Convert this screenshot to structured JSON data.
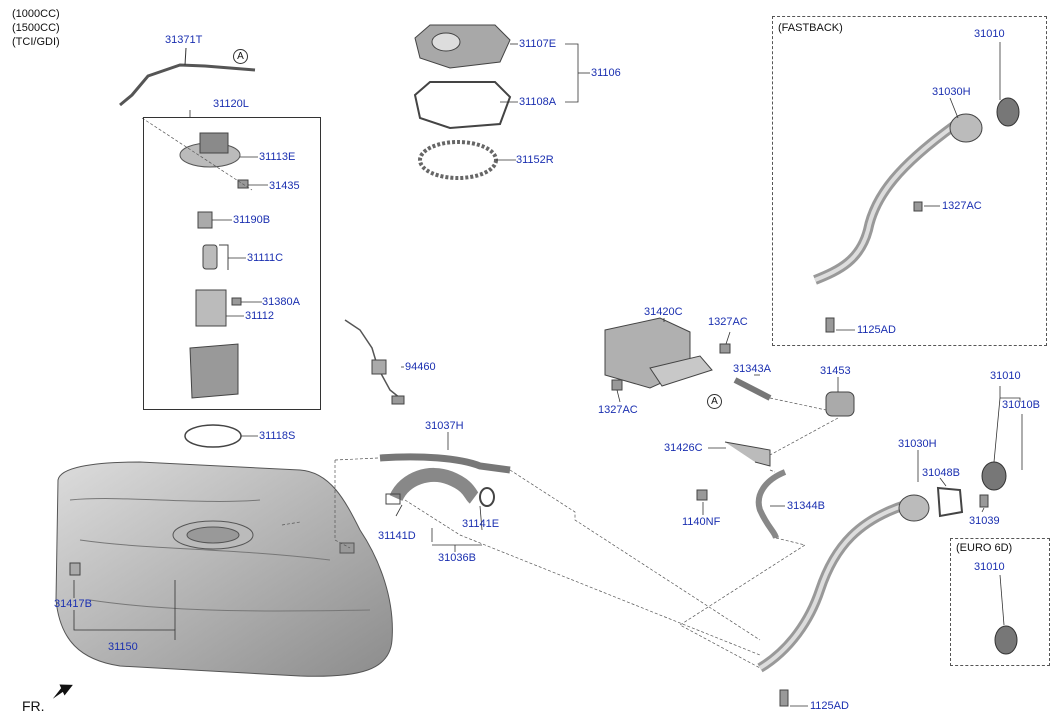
{
  "engine_notes": [
    "(1000CC)",
    "(1500CC)",
    "(TCI/GDI)"
  ],
  "group_labels": {
    "fastback": "(FASTBACK)",
    "euro6d": "(EURO 6D)"
  },
  "ref_marker": "A",
  "direction": "FR.",
  "parts": {
    "p31371T": "31371T",
    "p31120L": "31120L",
    "p31113E": "31113E",
    "p31435": "31435",
    "p31190B": "31190B",
    "p31111C": "31111C",
    "p31380A": "31380A",
    "p31112": "31112",
    "p31107E": "31107E",
    "p31106": "31106",
    "p31108A": "31108A",
    "p31152R": "31152R",
    "p94460": "94460",
    "p31118S": "31118S",
    "p31037H": "31037H",
    "p31141D": "31141D",
    "p31141E": "31141E",
    "p31036B": "31036B",
    "p31417B": "31417B",
    "p31150": "31150",
    "p31420C": "31420C",
    "p1327AC_a": "1327AC",
    "p1327AC_b": "1327AC",
    "p31343A": "31343A",
    "p31453": "31453",
    "p31426C": "31426C",
    "p1140NF": "1140NF",
    "p31344B": "31344B",
    "p31010_fb": "31010",
    "p31030H_fb": "31030H",
    "p1327AC_fb": "1327AC",
    "p1125AD_fb": "1125AD",
    "p31010_r": "31010",
    "p31010B": "31010B",
    "p31030H": "31030H",
    "p31048B": "31048B",
    "p31039": "31039",
    "p31010_e": "31010",
    "p1125AD": "1125AD"
  },
  "colors": {
    "label": "#1a2fb0",
    "line": "#333333",
    "part_fill": "#cfcfcf",
    "part_dark": "#8a8a8a"
  }
}
